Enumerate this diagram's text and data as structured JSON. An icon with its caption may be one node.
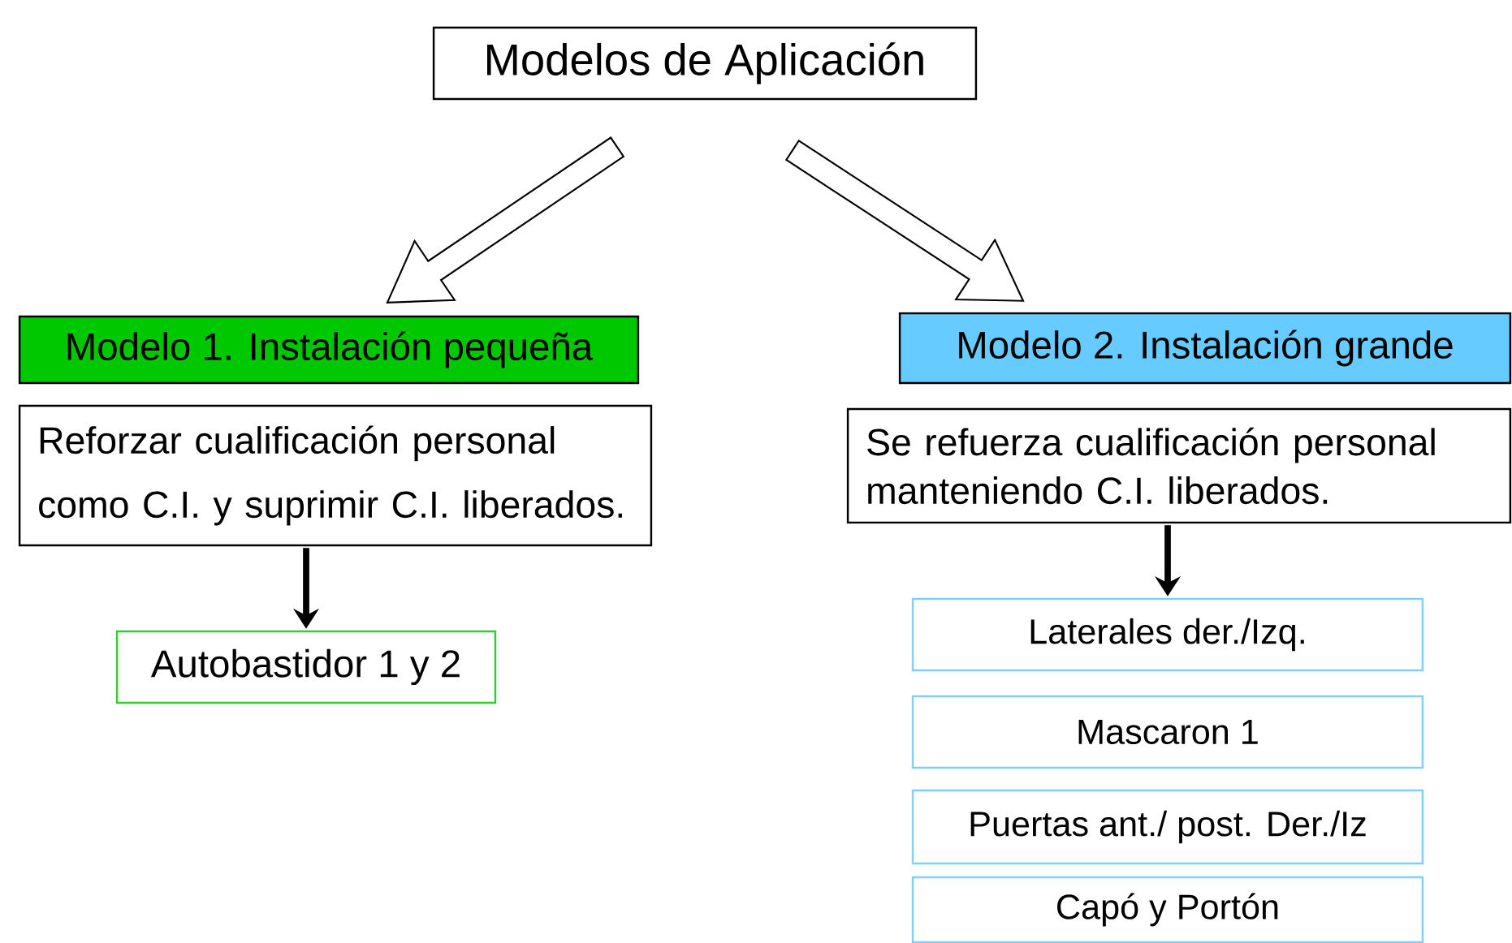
{
  "diagram": {
    "nodes": [
      {
        "text": [
          "Modelos de Aplicación"
        ]
      },
      {
        "text": [
          "Modelo 1. Instalación pequeña"
        ]
      },
      {
        "text": [
          "Reforzar cualificación personal como C.I. y suprimir C.I. liberados."
        ]
      },
      {
        "text": [
          "Autobastidor 1 y 2"
        ]
      },
      {
        "text": [
          "Modelo 2. Instalación grande"
        ]
      },
      {
        "text": [
          "Se refuerza cualificación personal manteniendo C.I. liberados."
        ]
      },
      {
        "text": [
          "Laterales der./Izq."
        ]
      },
      {
        "text": [
          "Mascaron 1"
        ]
      },
      {
        "text": [
          "Puertas ant./ post. Der./Iz"
        ]
      },
      {
        "text": [
          "Capó y Portón"
        ]
      }
    ],
    "edges": [
      {
        "from": 0,
        "to": 1,
        "arrow": "to",
        "style": "thick"
      },
      {
        "from": 0,
        "to": 4,
        "arrow": "to",
        "style": "thick"
      },
      {
        "from": 2,
        "to": 3,
        "arrow": "to"
      },
      {
        "from": 5,
        "to": 6,
        "arrow": "to"
      }
    ]
  }
}
